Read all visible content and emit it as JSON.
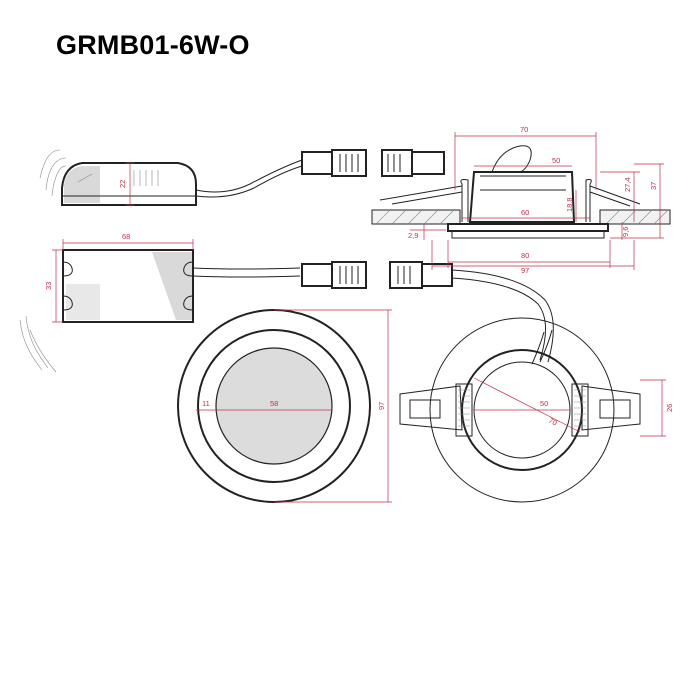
{
  "title": "GRMB01-6W-O",
  "colors": {
    "dimension": "#c0304a",
    "line": "#222222",
    "fill_gray": "#d9d9d9"
  },
  "dimensions": {
    "driver_side_height": "22",
    "driver_top_length": "68",
    "driver_top_width": "33",
    "section_top_width": "70",
    "section_body_width": "50",
    "section_cutout": "60",
    "section_flange": "80",
    "section_overall": "97",
    "section_height_inner": "18,8",
    "section_height_mid": "27,4",
    "section_height_total": "37",
    "section_trim": "9,6",
    "section_ceiling": "2,9",
    "front_inner_margin": "11",
    "front_lens": "58",
    "front_diameter": "97",
    "back_body": "50",
    "back_diag": "70",
    "back_clip": "26"
  }
}
